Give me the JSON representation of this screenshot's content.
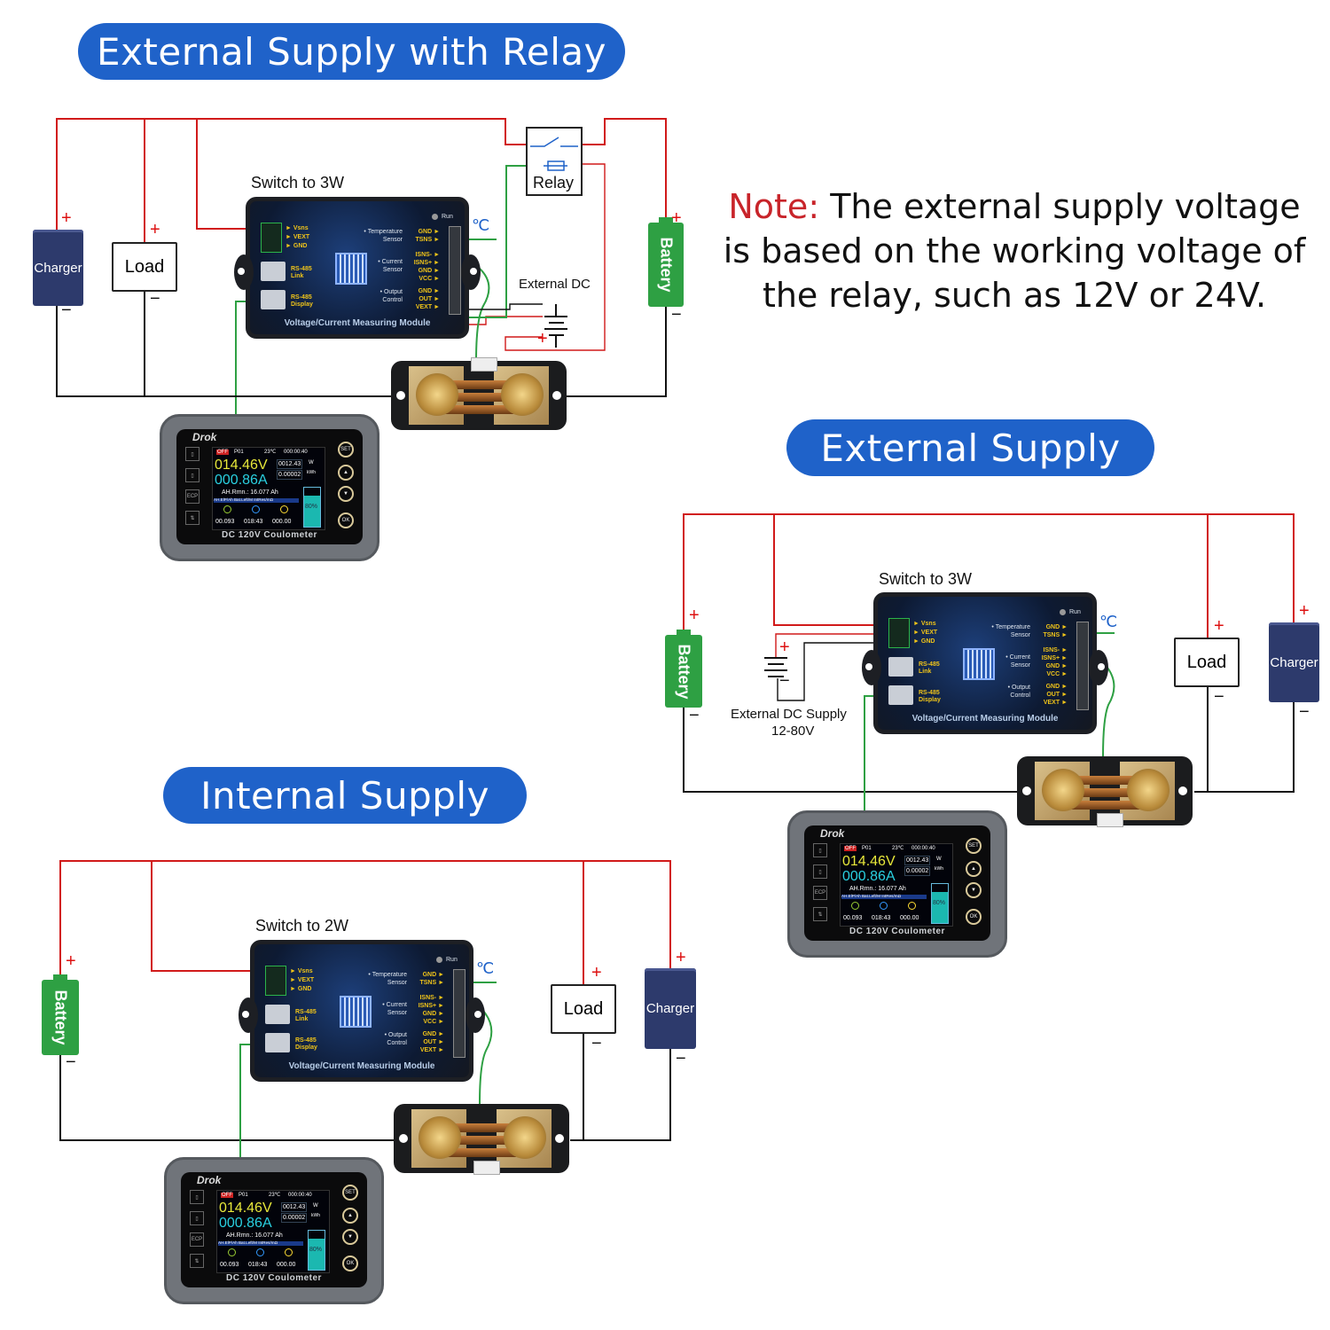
{
  "sections": {
    "relay": {
      "title": "External Supply with Relay",
      "switch_label": "Switch to 3W",
      "relay_label": "Relay",
      "ext_dc_label": "External DC"
    },
    "external": {
      "title": "External Supply",
      "switch_label": "Switch to 3W",
      "ext_dc_label": "External DC Supply",
      "ext_dc_range": "12-80V"
    },
    "internal": {
      "title": "Internal Supply",
      "switch_label": "Switch to 2W"
    }
  },
  "note": {
    "prefix": "Note:",
    "text": " The external supply voltage is based on the working voltage of the relay, such as 12V or 24V."
  },
  "components": {
    "charger": "Charger",
    "load": "Load",
    "battery": "Battery",
    "plus": "+",
    "minus": "−",
    "temp_symbol": "℃"
  },
  "module": {
    "title": "Voltage/Current Measuring Module",
    "run": "Run",
    "left_pins": [
      "► Vsns",
      "► VEXT",
      "► GND"
    ],
    "rs485_link": [
      "RS-485",
      "Link"
    ],
    "rs485_display": [
      "RS-485",
      "Display"
    ],
    "temp_sensor": [
      "• Temperature",
      "Sensor"
    ],
    "current_sensor": [
      "• Current",
      "Sensor"
    ],
    "output_control": [
      "• Output",
      "Control"
    ],
    "right_pins": [
      "GND ►",
      "TSNS ►",
      "ISNS- ►",
      "ISNS+ ►",
      "GND ►",
      "VCC ►",
      "GND ►",
      "OUT ►",
      "VEXT ►"
    ]
  },
  "coulometer": {
    "brand": "Drok",
    "name": "DC 120V Coulometer",
    "status": {
      "off": "OFF",
      "profile": "P01",
      "temp": "23℃",
      "time": "000:00:40"
    },
    "voltage": "014.46V",
    "current": "000.86A",
    "power": "0012.43",
    "power_unit": "W",
    "energy": "0.00002",
    "energy_unit": "kWh",
    "ah_remaining": "AH.Rmn.: 16.077 Ah",
    "table_header": "AH.ElP/Ah Bat.Left/M IntRes/mΩ",
    "values": [
      "00.093",
      "018:43",
      "000.00"
    ],
    "battery_percent": "80%",
    "battery_level": 0.8,
    "buttons": [
      "SET",
      "▲",
      "▼",
      "OK"
    ],
    "left_icons": [
      "▯",
      "▯",
      "ECP",
      "⇅"
    ]
  },
  "colors": {
    "positive": "#d11a1a",
    "negative": "#111111",
    "signal": "#2ea043",
    "title_bg": "#1f62c9"
  }
}
